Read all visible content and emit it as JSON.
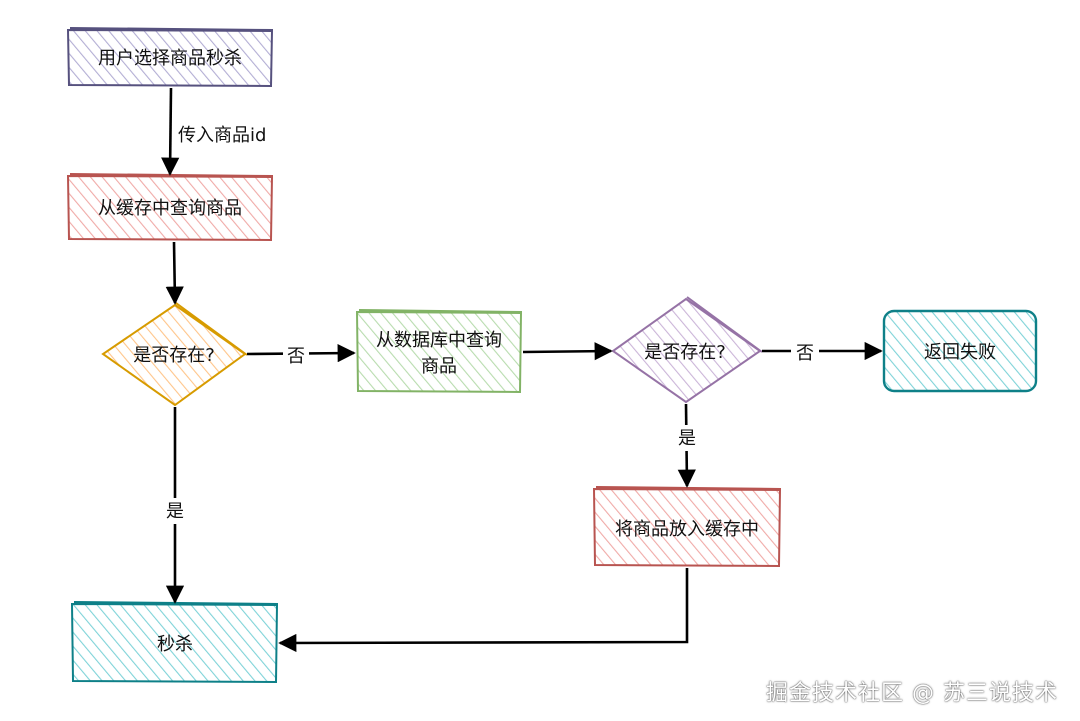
{
  "nodes": {
    "start": "用户选择商品秒杀",
    "query_cache": "从缓存中查询商品",
    "exists_1": "是否存在?",
    "query_db_line1": "从数据库中查询",
    "query_db_line2": "商品",
    "exists_2": "是否存在?",
    "return_fail": "返回失败",
    "put_cache": "将商品放入缓存中",
    "seckill": "秒杀"
  },
  "edges": {
    "pass_id": "传入商品id",
    "no_1": "否",
    "yes_1": "是",
    "no_2": "否",
    "yes_2": "是"
  },
  "colors": {
    "purple": "#56517e",
    "purple_fill": "#d0cee2",
    "red": "#b85450",
    "red_fill": "#f8cecc",
    "orange": "#d79b00",
    "orange_fill": "#ffe6cc",
    "green": "#82b366",
    "green_fill": "#d5e8d4",
    "violet": "#9673a6",
    "violet_fill": "#e1d5e7",
    "teal": "#0e8088",
    "teal_fill": "#b0e3e6"
  },
  "watermark": "掘金技术社区 @ 苏三说技术"
}
